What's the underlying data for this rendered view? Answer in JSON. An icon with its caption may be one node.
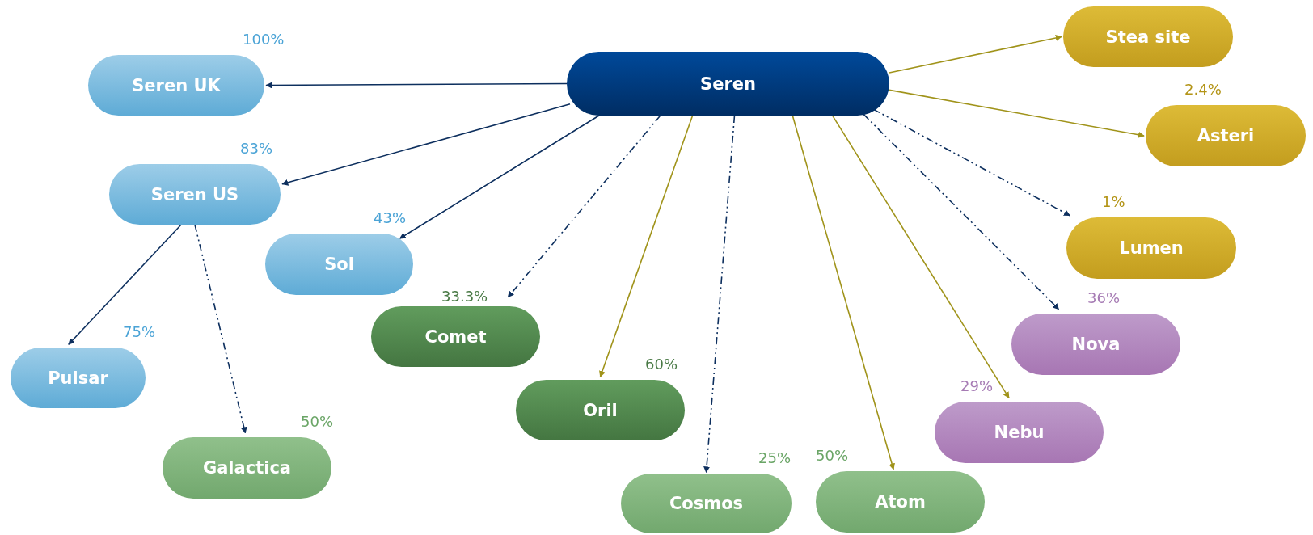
{
  "diagram": {
    "nodes": [
      {
        "text": [
          "Seren"
        ]
      },
      {
        "text": [
          "Seren UK"
        ],
        "beside": [
          "100%"
        ]
      },
      {
        "text": [
          "Seren US"
        ],
        "beside": [
          "83%"
        ]
      },
      {
        "text": [
          "Sol"
        ],
        "beside": [
          "43%"
        ]
      },
      {
        "text": [
          "Pulsar"
        ],
        "beside": [
          "75%"
        ]
      },
      {
        "text": [
          "Galactica"
        ],
        "beside": [
          "50%"
        ]
      },
      {
        "text": [
          "Comet"
        ],
        "beside": [
          "33.3%"
        ]
      },
      {
        "text": [
          "Oril"
        ],
        "beside": [
          "60%"
        ]
      },
      {
        "text": [
          "Cosmos"
        ],
        "beside": [
          "25%"
        ]
      },
      {
        "text": [
          "Atom"
        ],
        "beside": [
          "50%"
        ]
      },
      {
        "text": [
          "Nebu"
        ],
        "beside": [
          "29%"
        ]
      },
      {
        "text": [
          "Nova"
        ],
        "beside": [
          "36%"
        ]
      },
      {
        "text": [
          "Lumen"
        ],
        "beside": [
          "1%"
        ]
      },
      {
        "text": [
          "Asteri"
        ],
        "beside": [
          "2.4%"
        ]
      },
      {
        "text": [
          "Stea site"
        ]
      }
    ],
    "edges": [
      {
        "from": 0,
        "to": 1,
        "arrow": "to"
      },
      {
        "from": 0,
        "to": 2,
        "arrow": "to"
      },
      {
        "from": 0,
        "to": 3,
        "arrow": "to"
      },
      {
        "from": 0,
        "to": 6,
        "arrow": "to",
        "style": "dashed"
      },
      {
        "from": 0,
        "to": 7,
        "arrow": "to",
        "color": "#a0931a"
      },
      {
        "from": 0,
        "to": 8,
        "arrow": "to",
        "style": "dashed"
      },
      {
        "from": 0,
        "to": 9,
        "arrow": "to",
        "color": "#a0931a"
      },
      {
        "from": 0,
        "to": 10,
        "arrow": "to",
        "color": "#a0931a"
      },
      {
        "from": 0,
        "to": 11,
        "arrow": "to",
        "style": "dashed"
      },
      {
        "from": 0,
        "to": 12,
        "arrow": "to",
        "style": "dashed"
      },
      {
        "from": 0,
        "to": 13,
        "arrow": "to",
        "color": "#a0931a"
      },
      {
        "from": 0,
        "to": 14,
        "arrow": "to",
        "color": "#a0931a"
      },
      {
        "from": 2,
        "to": 4,
        "arrow": "to"
      },
      {
        "from": 2,
        "to": 5,
        "arrow": "to",
        "style": "dashed"
      }
    ]
  }
}
